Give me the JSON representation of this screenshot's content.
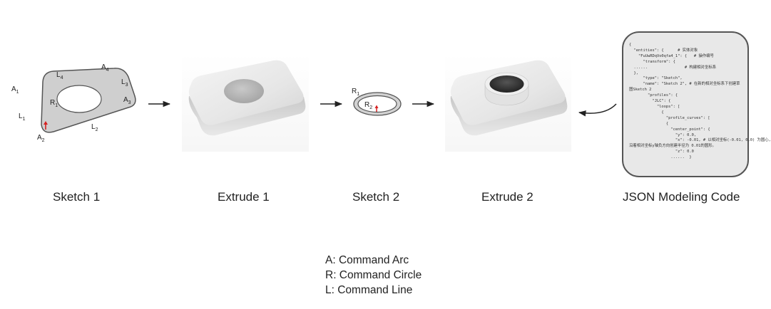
{
  "captions": {
    "sketch1": "Sketch 1",
    "extrude1": "Extrude 1",
    "sketch2": "Sketch 2",
    "extrude2": "Extrude 2",
    "json_code": "JSON Modeling Code"
  },
  "sketch1_labels": {
    "a1": "A",
    "a1_sub": "1",
    "a2": "A",
    "a2_sub": "2",
    "a3": "A",
    "a3_sub": "3",
    "a4": "A",
    "a4_sub": "4",
    "l1": "L",
    "l1_sub": "1",
    "l2": "L",
    "l2_sub": "2",
    "l3": "L",
    "l3_sub": "3",
    "l4": "L",
    "l4_sub": "4",
    "r1": "R",
    "r1_sub": "1"
  },
  "sketch2_labels": {
    "r1": "R",
    "r1_sub": "1",
    "r2": "R",
    "r2_sub": "2"
  },
  "legend": {
    "arc": "A: Command Arc",
    "circle": "R: Command Circle",
    "line": "L: Command Line"
  },
  "json_code": {
    "lines": [
      "{",
      "  \"entities\": {      # 实体对象",
      "    \"FuUwRDqVo0qfa4_1\": {   # 操作编号",
      "      \"transform\": {",
      "  ......                # 构建相对坐标系",
      "  },",
      "      \"type\": \"Sketch\",",
      "      \"name\": \"Sketch 2\", # 在新的相对坐标系下创建草",
      "图Sketch 2",
      "        \"profiles\": {",
      "          \"JLC\": {",
      "            \"loops\": [",
      "              {",
      "                \"profile_curves\": [",
      "                {",
      "                  \"center_point\": {",
      "                    \"y\": 0.0,",
      "                    \"x\": -0.01, # 以相对坐标(-0.01, 0,0) 为圆心,",
      "沿着相对坐标y轴负方向创建半径为 0.01的圆形。",
      "                    \"z\": 0.0",
      "                  ......  }"
    ]
  },
  "colors": {
    "sketch_fill": "#cfcfcf",
    "sketch_stroke": "#555555",
    "red_marker": "#d62020",
    "json_box_fill": "#e8e8e8"
  }
}
